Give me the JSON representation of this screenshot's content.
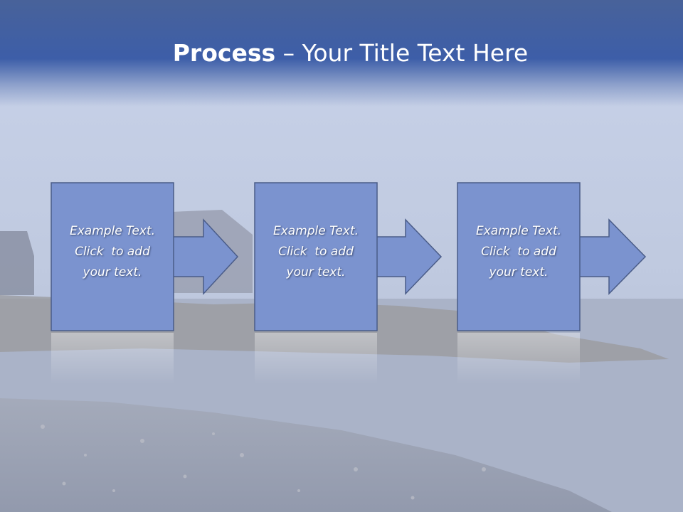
{
  "slide": {
    "title_strong": "Process",
    "title_separator": " – ",
    "title_rest": "Your Title Text Here"
  },
  "steps": [
    {
      "lines": [
        "Example Text.",
        "Click  to add",
        "your text."
      ]
    },
    {
      "lines": [
        "Example Text.",
        "Click  to add",
        "your text."
      ]
    },
    {
      "lines": [
        "Example Text.",
        "Click  to add",
        "your text."
      ]
    }
  ],
  "colors": {
    "header": "#3d5ea8",
    "box_fill": "#7b93cf",
    "box_border": "#4a5c88",
    "text": "#ffffff"
  }
}
